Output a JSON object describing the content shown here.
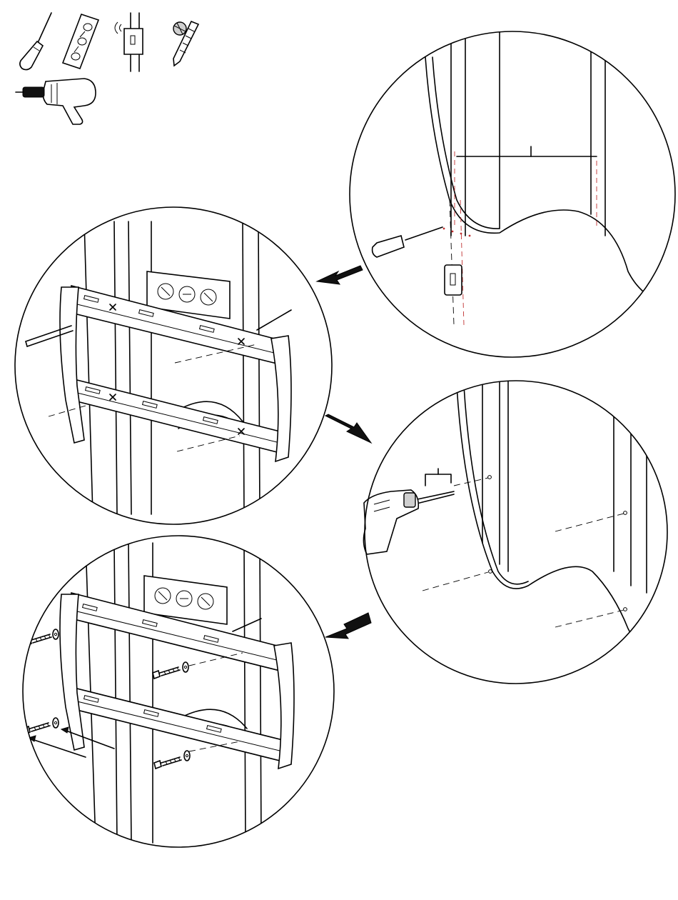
{
  "tools": [
    {
      "name": "screwdriver",
      "icon": "screwdriver-icon"
    },
    {
      "name": "level",
      "icon": "level-icon"
    },
    {
      "name": "stud-finder",
      "icon": "stud-finder-icon"
    },
    {
      "name": "drill-bit",
      "icon": "drill-bit-icon"
    },
    {
      "name": "power-drill",
      "icon": "power-drill-icon"
    }
  ],
  "steps": [
    {
      "name": "locate-stud-center"
    },
    {
      "name": "level-bracket-and-mark"
    },
    {
      "name": "drill-pilot-holes"
    },
    {
      "name": "bolt-bracket-to-wall"
    }
  ],
  "colors": {
    "line": "#000000",
    "mark": "#c03030",
    "fill": "#cfcfcf",
    "background": "#ffffff"
  }
}
